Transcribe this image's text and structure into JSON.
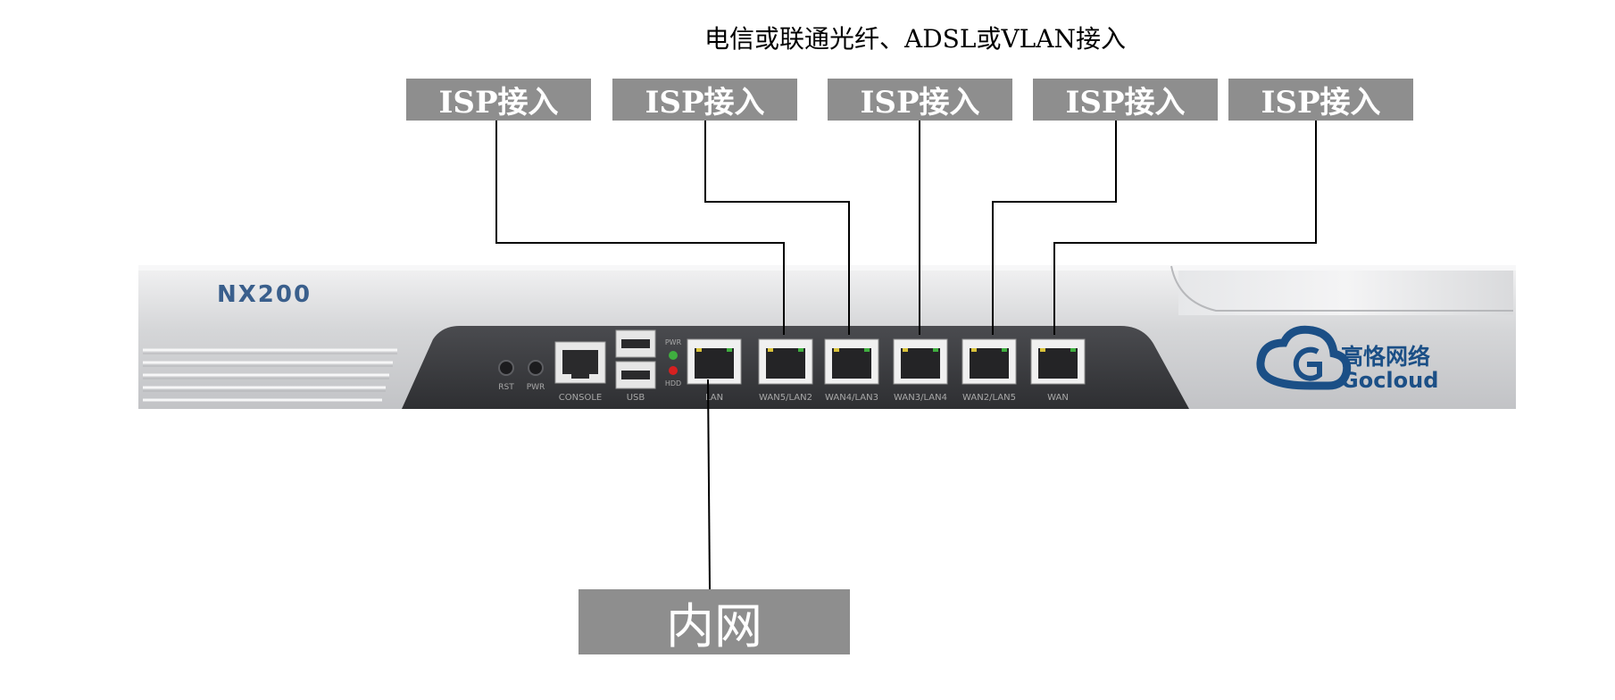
{
  "title": "电信或联通光纤、ADSL或VLAN接入",
  "isp_boxes": [
    {
      "label": "ISP接入"
    },
    {
      "label": "ISP接入"
    },
    {
      "label": "ISP接入"
    },
    {
      "label": "ISP接入"
    },
    {
      "label": "ISP接入"
    }
  ],
  "lan_box": {
    "label": "内网"
  },
  "device": {
    "model": "NX200",
    "brand_cn": "高恪网络",
    "brand_en": "Gocloud",
    "buttons": [
      "RST",
      "PWR"
    ],
    "console_label": "CONSOLE",
    "usb_label": "USB",
    "leds": [
      "PWR",
      "HDD"
    ],
    "ports": [
      "LAN",
      "WAN5/LAN2",
      "WAN4/LAN3",
      "WAN3/LAN4",
      "WAN2/LAN5",
      "WAN"
    ]
  },
  "colors": {
    "label_box": "#8e8e8e",
    "panel_dark": "#3c3d40",
    "chassis_silver": "#d9dadc",
    "brand_blue": "#1b4f86",
    "wire": "#000000",
    "led_green": "#3fae3f",
    "led_red": "#d62020"
  }
}
